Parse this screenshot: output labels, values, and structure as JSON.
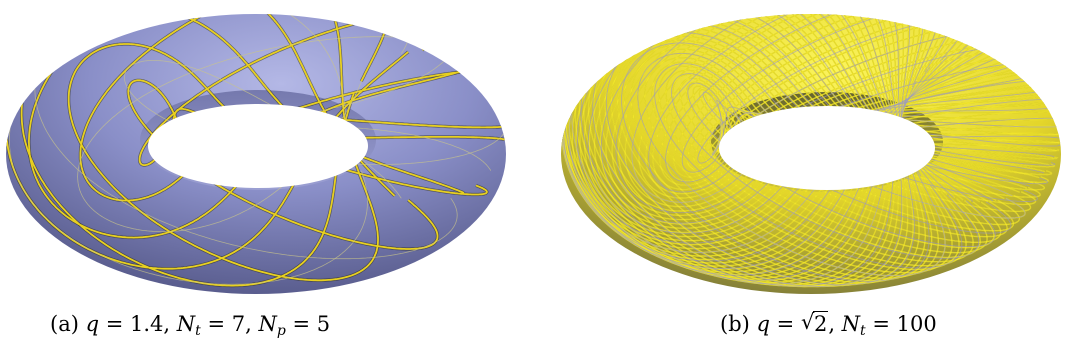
{
  "colors": {
    "torus_surface": "#8a8fc8",
    "torus_shadow": "#5b5f93",
    "field_line": "#e8d020",
    "field_line_dense": "#f3e82a",
    "field_line_outline": "#2b2b1a",
    "background": "#ffffff"
  },
  "panel_a": {
    "image_name": "torus-with-field-lines",
    "caption": {
      "label": "(a)",
      "q_var": "q",
      "q_eq": " = 1.4, ",
      "nt_var": "N",
      "nt_sub": "t",
      "nt_eq": " = 7, ",
      "np_var": "N",
      "np_sub": "p",
      "np_eq": " = 5"
    }
  },
  "panel_b": {
    "image_name": "torus-densely-wound-field-lines",
    "caption": {
      "label": "(b)",
      "q_var": "q",
      "q_eq": " = ",
      "radical": "√",
      "radicand": "2",
      "comma": ", ",
      "nt_var": "N",
      "nt_sub": "t",
      "nt_eq": " = 100"
    }
  }
}
